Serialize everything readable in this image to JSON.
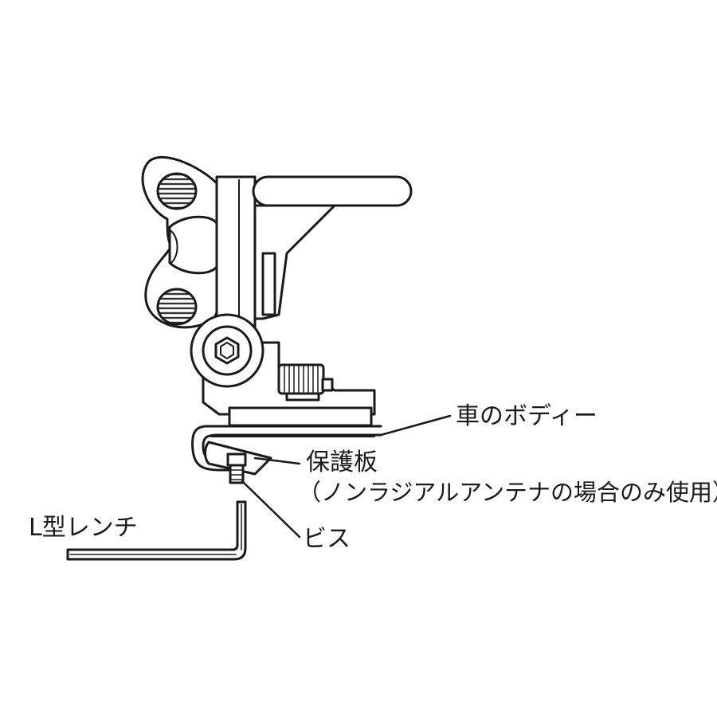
{
  "labels": {
    "car_body": "車のボディー",
    "protective_plate": "保護板",
    "protective_plate_note": "（ノンラジアルアンテナの場合のみ使用）",
    "screw": "ビス",
    "l_wrench": "L型レンチ"
  },
  "colors": {
    "line": "#1a1a1a",
    "fill": "#ffffff",
    "hatch": "#555555"
  },
  "icons": {
    "mount": "antenna-mount-illustration",
    "wrench": "l-wrench-icon"
  }
}
